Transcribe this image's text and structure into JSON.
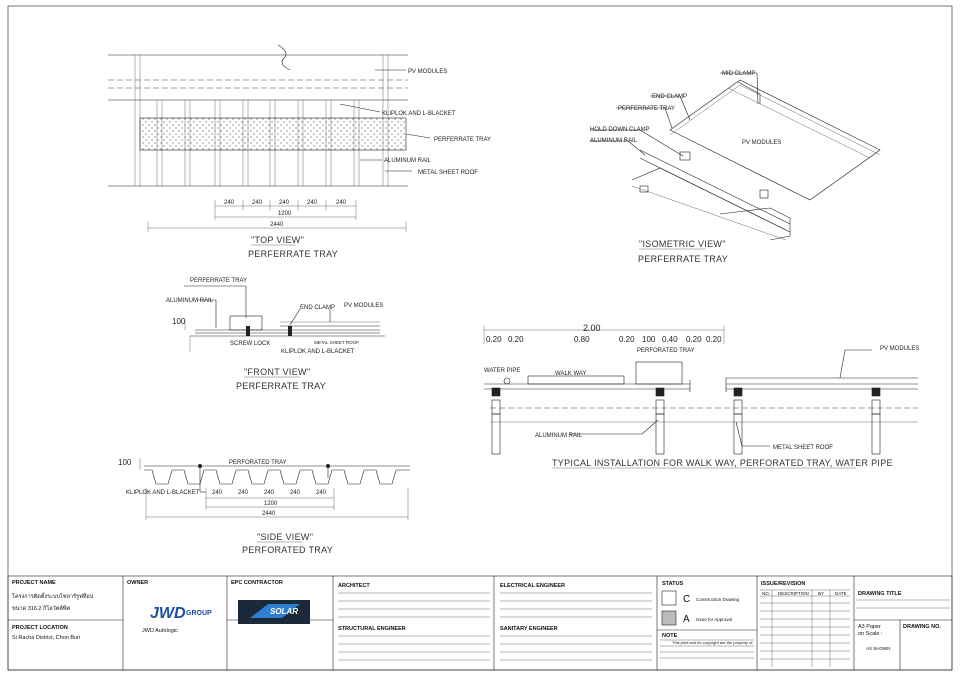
{
  "top_view": {
    "labels": [
      "PV MODULES",
      "KLIPLOK AND L-BLACKET",
      "PERFERRATE TRAY",
      "ALUMINUM RAIL",
      "METAL SHEET ROOF"
    ],
    "dims": [
      "240",
      "240",
      "240",
      "240",
      "240"
    ],
    "dim_1200": "1200",
    "dim_2440": "2440",
    "title": "\"TOP VIEW\"",
    "subtitle": "PERFERRATE TRAY"
  },
  "iso_view": {
    "labels": [
      "MID CLAMP",
      "END CLAMP",
      "PERFERRATE TRAY",
      "HOLD DOWN CLAMP",
      "ALUMINUM RAIL",
      "PV MODULES"
    ],
    "title": "\"ISOMETRIC VIEW\"",
    "subtitle": "PERFERRATE TRAY"
  },
  "front_view": {
    "labels": [
      "PERFERRATE TRAY",
      "ALUMINUM RAIL",
      "END CLAMP",
      "PV MODULES",
      "SCREW LOCK",
      "METAL SHEET ROOF",
      "KLIPLOK AND L-BLACKET"
    ],
    "dim_100": "100",
    "title": "\"FRONT VIEW\"",
    "subtitle": "PERFERRATE TRAY"
  },
  "typical": {
    "dim_total": "2.00",
    "dims": [
      "0.20",
      "0.20",
      "0.80",
      "0.20",
      "100",
      "0.40",
      "0.20",
      "0.20"
    ],
    "labels": [
      "PERFORATED TRAY",
      "WATER PIPE",
      "WALK WAY",
      "PV MODULES",
      "ALUMINUM RAIL",
      "METAL SHEET ROOF"
    ],
    "title": "TYPICAL INSTALLATION FOR WALK WAY, PERFORATED TRAY, WATER PIPE"
  },
  "side_view": {
    "labels": [
      "PERFORATED TRAY",
      "KLIPLOK AND L-BLACKET"
    ],
    "dim_100": "100",
    "dims": [
      "240",
      "240",
      "240",
      "240",
      "240"
    ],
    "dim_1200": "1200",
    "dim_2440": "2440",
    "title": "\"SIDE VIEW\"",
    "subtitle": "PERFORATED TRAY"
  },
  "title_block": {
    "project_name_h": "PROJECT NAME",
    "project_name_1": "โครงการติดตั้งระบบโซลาร์รูฟท็อป",
    "project_name_2": "ขนาด 316.2 กิโลวัตต์พีค",
    "project_location_h": "PROJECT LOCATION",
    "project_location": "Si Racha District, Chon Buri",
    "owner_h": "OWNER",
    "owner_logo_1": "JWD",
    "owner_logo_2": "GROUP",
    "owner_name": "JWD Autologic",
    "epc_h": "EPC CONTRACTOR",
    "epc_logo": "SOLAR",
    "architect_h": "ARCHITECT",
    "structural_h": "STRUCTURAL ENGINEER",
    "electrical_h": "ELECTRICAL ENGINEER",
    "sanitary_h": "SANITARY ENGINEER",
    "status_h": "STATUS",
    "status_c_letter": "C",
    "status_c_text": "Construction Drawing",
    "status_a_letter": "A",
    "status_a_text": "Issue for Approval",
    "note_h": "NOTE",
    "note_text": "This print and its copyright are the property of",
    "issue_h": "ISSUE/REVISION",
    "rev_cols": [
      "NO.",
      "DESCRIPTION",
      "BY",
      "DATE"
    ],
    "drawing_title_h": "DRAWING TITLE",
    "paper": "A3 Paper",
    "scale_h": "on Scale :",
    "scale": "AS SHOWN",
    "drawing_no_h": "DRAWING NO."
  },
  "colors": {
    "line": "#222222",
    "status_a_fill": "#bbbbbb",
    "logo_blue": "#1f4fa0",
    "epc_dark": "#1b2a3a"
  }
}
